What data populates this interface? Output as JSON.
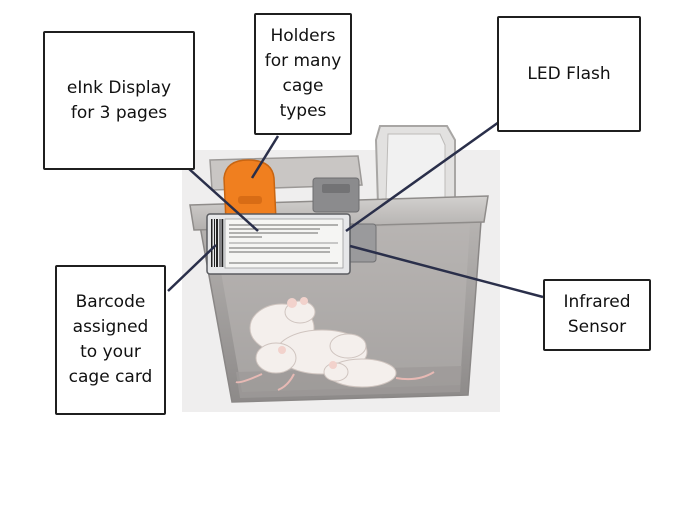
{
  "callouts": {
    "eink": "eInk Display\nfor 3 pages",
    "holders": "Holders\nfor many\ncage\ntypes",
    "led": "LED Flash",
    "barcode": "Barcode\nassigned\nto your\ncage card",
    "infrared": "Infrared\nSensor"
  },
  "colors": {
    "cage": "#a9a6a4",
    "holder": "#f07f1f",
    "line": "#2a2f4a",
    "border": "#1f1f1f"
  }
}
